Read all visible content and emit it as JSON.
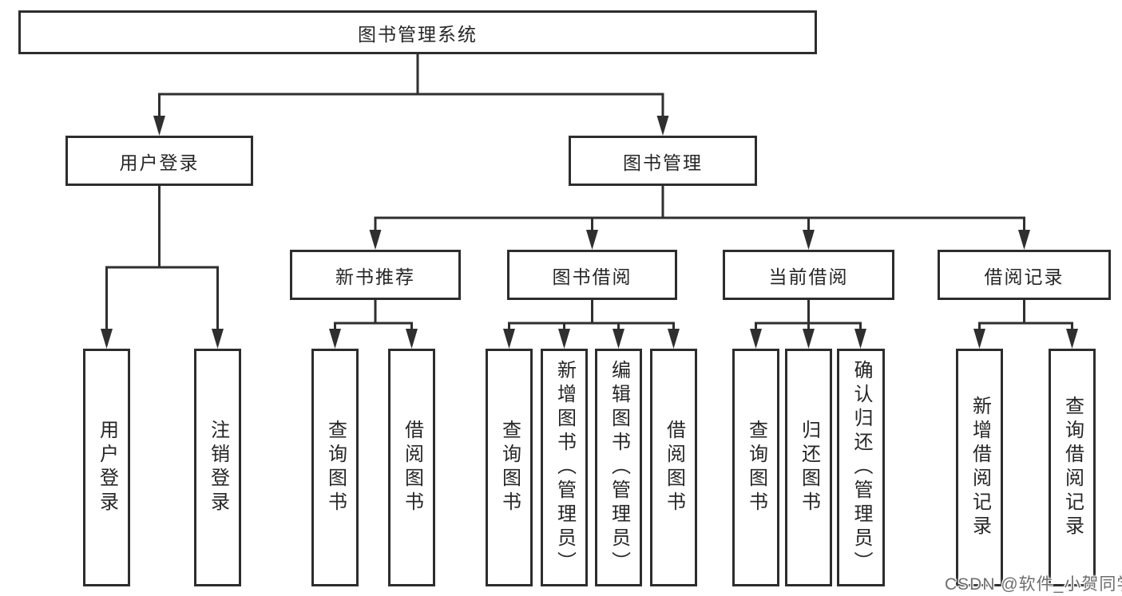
{
  "diagram": {
    "title": "图书管理系统",
    "branches": [
      {
        "label": "用户登录",
        "children": [
          "用户登录",
          "注销登录"
        ]
      },
      {
        "label": "图书管理",
        "children": [
          {
            "label": "新书推荐",
            "children": [
              "查询图书",
              "借阅图书"
            ]
          },
          {
            "label": "图书借阅",
            "children": [
              "查询图书",
              "新增图书（管理员）",
              "编辑图书（管理员）",
              "借阅图书"
            ]
          },
          {
            "label": "当前借阅",
            "children": [
              "查询图书",
              "归还图书",
              "确认归还（管理员）"
            ]
          },
          {
            "label": "借阅记录",
            "children": [
              "新增借阅记录",
              "查询借阅记录"
            ]
          }
        ]
      }
    ],
    "colors": {
      "background": "#ffffff",
      "line": "#2f2f2f",
      "box_border": "#2d2d2d",
      "text": "#262626",
      "watermark": "#6e6e6e"
    },
    "watermark": "CSDN @软件_小贺同学"
  }
}
